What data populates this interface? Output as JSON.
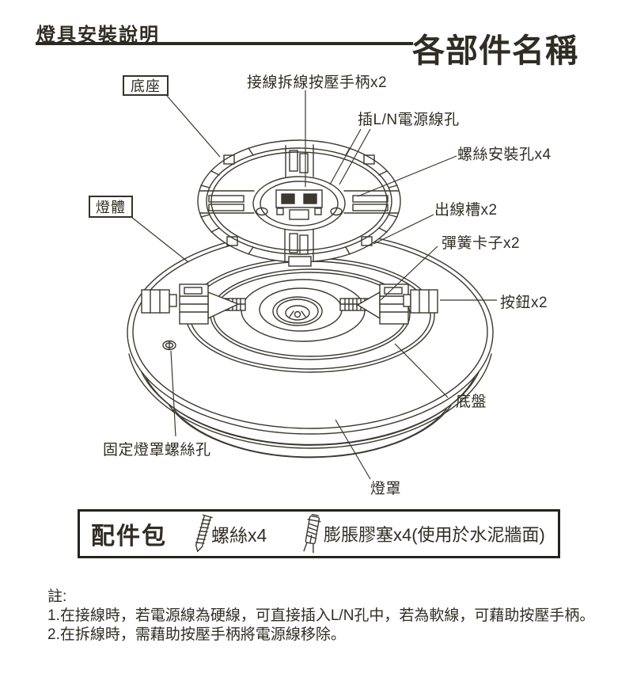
{
  "page": {
    "title_left": "燈具安裝說明",
    "title_right": "各部件名稱"
  },
  "callouts": {
    "mount_base": {
      "label": "底座"
    },
    "press_handle": {
      "label": "接線拆線按壓手柄x2"
    },
    "ln_hole": {
      "label": "插L/N電源線孔"
    },
    "screw_mount_holes": {
      "label": "螺絲安裝孔x4"
    },
    "wire_outlet_slot": {
      "label": "出線槽x2"
    },
    "spring_clip": {
      "label": "彈簧卡子x2"
    },
    "button": {
      "label": "按鈕x2"
    },
    "lamp_body": {
      "label": "燈體"
    },
    "base_plate": {
      "label": "底盤"
    },
    "shade_fix_screw_hole": {
      "label": "固定燈罩螺絲孔"
    },
    "lampshade": {
      "label": "燈罩"
    }
  },
  "accessories": {
    "title": "配件包",
    "items": [
      {
        "icon": "screw-icon",
        "label": "螺絲x4"
      },
      {
        "icon": "anchor-icon",
        "label": "膨脹膠塞x4(使用於水泥牆面)"
      }
    ]
  },
  "notes": {
    "heading": "註:",
    "lines": [
      "1.在接線時，若電源線為硬線，可直接插入L/N孔中，若為軟線，可藉助按壓手柄。",
      "2.在拆線時，需藉助按壓手柄將電源線移除。"
    ]
  },
  "colors": {
    "ink": "#2f2d24",
    "line": "#3a382f",
    "background": "#ffffff"
  }
}
